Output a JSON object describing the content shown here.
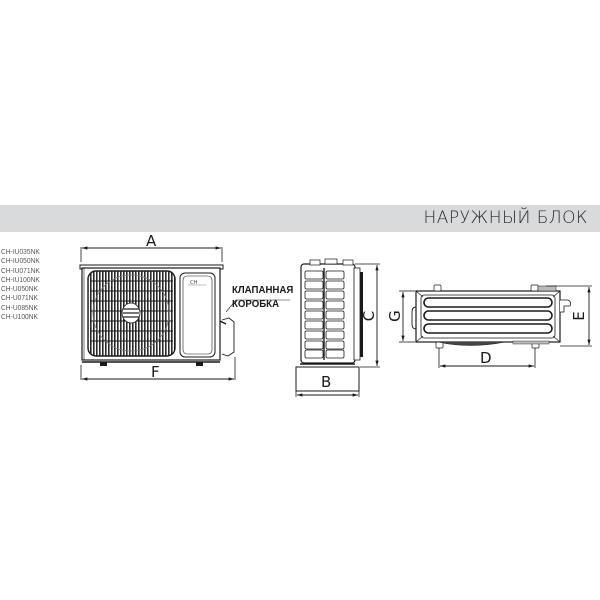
{
  "banner": {
    "title": "НАРУЖНЫЙ БЛОК"
  },
  "models": [
    "CH-IU035NK",
    "CH-IU050NK",
    "CH-IU071NK",
    "CH-IU100NK",
    "CH-U050NK",
    "CH-U071NK",
    "CH-U085NK",
    "CH-U100NK"
  ],
  "callout": {
    "line1": "КЛАПАННАЯ",
    "line2": "КОРОБКА"
  },
  "front_view": {
    "logo": "CH",
    "dim_top": "A",
    "dim_bottom": "F"
  },
  "side_view": {
    "dim_width": "B",
    "dim_height": "C"
  },
  "top_view": {
    "dim_depth_left": "G",
    "dim_depth_right": "E",
    "dim_width": "D"
  },
  "colors": {
    "banner_bg": "#d9dadb",
    "line": "#1a1a1a",
    "grille": "#2a2a2a"
  }
}
